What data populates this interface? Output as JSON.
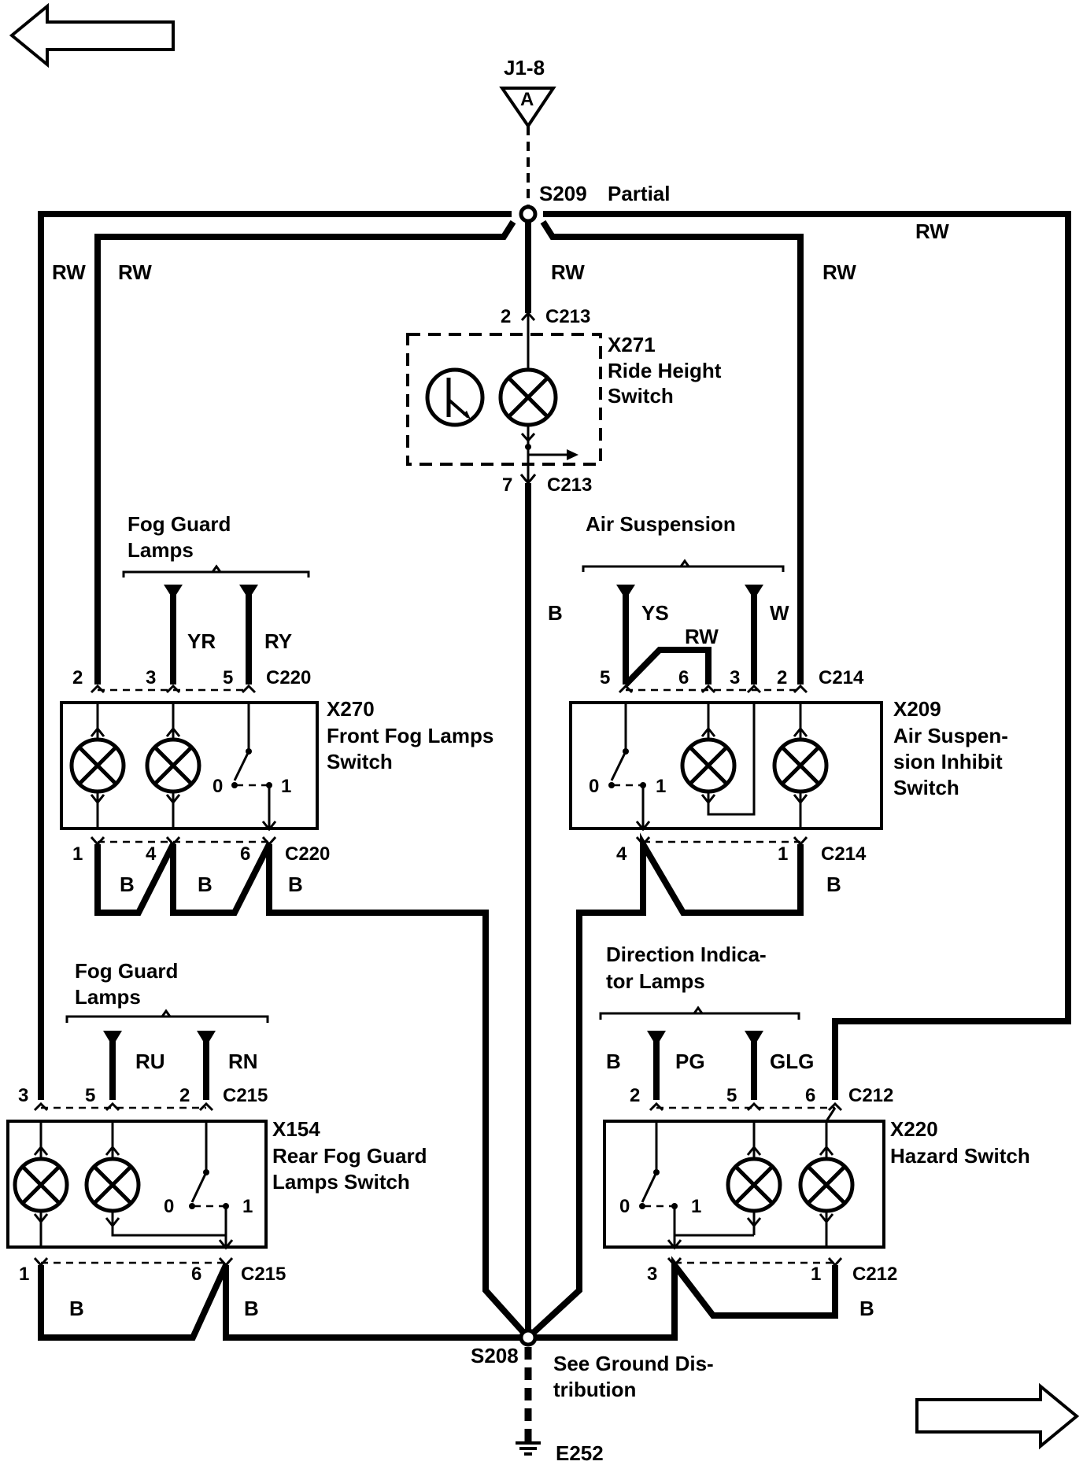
{
  "nav": {
    "prev_arrow": "left-arrow-icon",
    "next_arrow": "right-arrow-icon"
  },
  "top_connector": {
    "ref": "J1-8",
    "letter": "A"
  },
  "splices": {
    "s209": {
      "id": "S209",
      "note": "Partial"
    },
    "s208": {
      "id": "S208",
      "note_line1": "See Ground Dis-",
      "note_line2": "tribution"
    },
    "ground": {
      "id": "E252"
    }
  },
  "wire_colors": {
    "rw_outer_left": "RW",
    "rw_left": "RW",
    "rw_center": "RW",
    "rw_right": "RW",
    "rw_outer_right": "RW",
    "b_center": "B",
    "front_fog": {
      "w1": "YR",
      "w2": "RY",
      "g1": "B",
      "g2": "B",
      "g3": "B"
    },
    "air_susp": {
      "w1": "YS",
      "w2": "RW",
      "w3": "W",
      "g1": "B"
    },
    "rear_fog": {
      "w1": "RU",
      "w2": "RN",
      "g1": "B",
      "g2": "B"
    },
    "hazard": {
      "w0": "B",
      "w1": "PG",
      "w2": "GLG",
      "g1": "B"
    }
  },
  "components": {
    "x271": {
      "id": "X271",
      "name_line1": "Ride Height",
      "name_line2": "Switch",
      "conn_top": "C213",
      "pin_top": "2",
      "conn_bottom": "C213",
      "pin_bottom": "7"
    },
    "x270": {
      "id": "X270",
      "name_line1": "Front Fog Lamps",
      "name_line2": "Switch",
      "group_line1": "Fog Guard",
      "group_line2": "Lamps",
      "conn_top": "C220",
      "pins_top": [
        "2",
        "3",
        "5"
      ],
      "conn_bottom": "C220",
      "pins_bottom": [
        "1",
        "4",
        "6"
      ],
      "pos0": "0",
      "pos1": "1"
    },
    "x209": {
      "id": "X209",
      "name_line1": "Air Suspen-",
      "name_line2": "sion Inhibit",
      "name_line3": "Switch",
      "group_line1": "Air Suspension",
      "conn_top": "C214",
      "pins_top": [
        "5",
        "6",
        "3",
        "2"
      ],
      "conn_bottom": "C214",
      "pins_bottom": [
        "4",
        "1"
      ],
      "pos0": "0",
      "pos1": "1"
    },
    "x154": {
      "id": "X154",
      "name_line1": "Rear Fog Guard",
      "name_line2": "Lamps Switch",
      "group_line1": "Fog Guard",
      "group_line2": "Lamps",
      "conn_top": "C215",
      "pins_top": [
        "3",
        "5",
        "2"
      ],
      "conn_bottom": "C215",
      "pins_bottom": [
        "1",
        "6"
      ],
      "pos0": "0",
      "pos1": "1"
    },
    "x220": {
      "id": "X220",
      "name_line1": "Hazard Switch",
      "group_line1": "Direction Indica-",
      "group_line2": "tor Lamps",
      "conn_top": "C212",
      "pins_top": [
        "2",
        "5",
        "6"
      ],
      "conn_bottom": "C212",
      "pins_bottom": [
        "3",
        "1"
      ],
      "pos0": "0",
      "pos1": "1"
    }
  }
}
